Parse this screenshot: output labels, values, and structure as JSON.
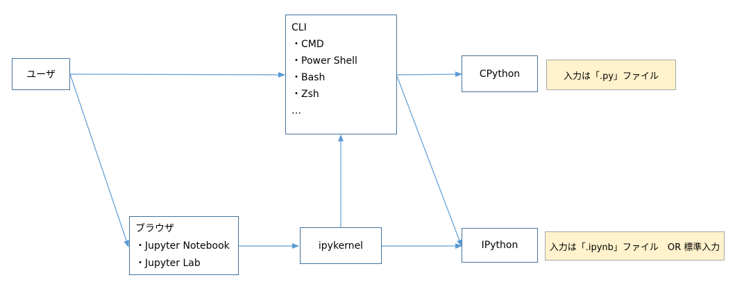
{
  "nodes": {
    "user": "ユーザ",
    "cli": {
      "title": "CLI",
      "items": [
        "・CMD",
        "・Power Shell",
        "・Bash",
        "・Zsh",
        "…"
      ]
    },
    "cpython": "CPython",
    "browser": {
      "title": "ブラウザ",
      "items": [
        "・Jupyter Notebook",
        "・Jupyter Lab"
      ]
    },
    "ipykernel": "ipykernel",
    "ipython": "IPython"
  },
  "notes": {
    "cpython_input": "入力は「.py」ファイル",
    "ipython_input": "入力は「.ipynb」ファイル　OR 標準入力"
  },
  "colors": {
    "arrow": "#5b9bd5",
    "box_border": "#41719c",
    "note_fill": "#fff2cc"
  }
}
